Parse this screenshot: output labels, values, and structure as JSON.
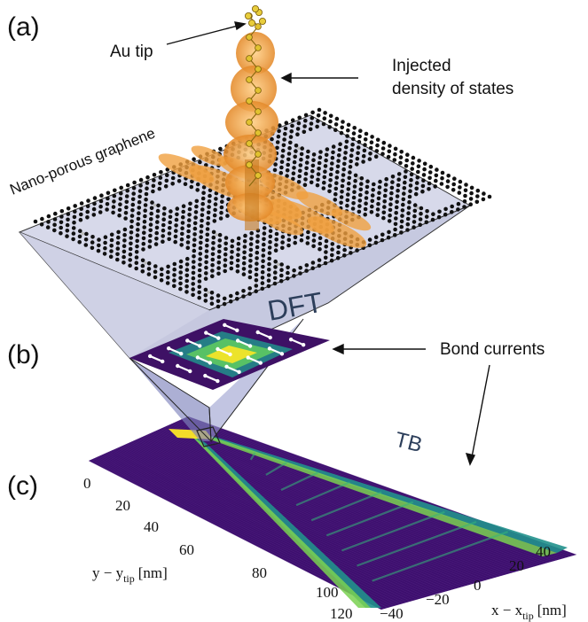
{
  "panels": {
    "a": "(a)",
    "b": "(b)",
    "c": "(c)"
  },
  "annotations": {
    "au_tip": "Au tip",
    "injected_line1": "Injected",
    "injected_line2": "density of states",
    "nano_porous": "Nano-porous graphene",
    "bond_currents": "Bond currents",
    "dft": "DFT",
    "tb": "TB"
  },
  "axes": {
    "y_label_main": "y − y",
    "y_label_sub": "tip",
    "y_label_unit": "[nm]",
    "x_label_main": "x − x",
    "x_label_sub": "tip",
    "x_label_unit": "[nm]",
    "y_ticks": [
      "0",
      "20",
      "40",
      "60",
      "80",
      "100",
      "120"
    ],
    "x_ticks": [
      "−40",
      "−20",
      "0",
      "20",
      "40"
    ]
  },
  "colors": {
    "graphene_atom": "#111111",
    "hydrogen_atom": "#bbbbbb",
    "dos_orange": "#f0a040",
    "plane": "#d9dbea",
    "viridis_low": "#440154",
    "viridis_mid": "#21918c",
    "viridis_high": "#fde725",
    "tag_text": "#2c3e5a"
  }
}
